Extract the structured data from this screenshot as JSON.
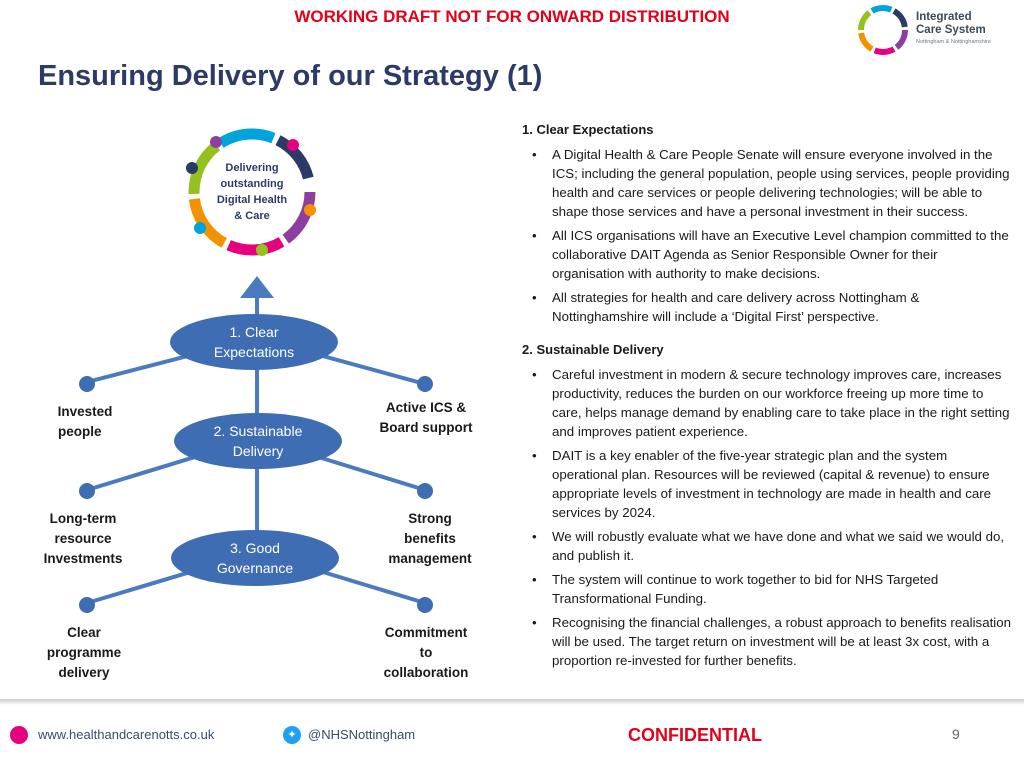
{
  "header": {
    "banner": "WORKING DRAFT NOT FOR ONWARD DISTRIBUTION",
    "title": "Ensuring Delivery of our Strategy (1)",
    "logo": {
      "line1": "Integrated",
      "line2": "Care System",
      "sub": "Nottingham & Nottinghamshire"
    }
  },
  "diagram": {
    "circle_text": [
      "Delivering",
      "outstanding",
      "Digital Health",
      "& Care"
    ],
    "ovals": {
      "clear": [
        "1. Clear",
        "Expectations"
      ],
      "sustainable": [
        "2. Sustainable",
        "Delivery"
      ],
      "governance": [
        "3. Good",
        "Governance"
      ]
    },
    "labels": {
      "invested": [
        "Invested",
        "people"
      ],
      "active": [
        "Active ICS &",
        "Board support"
      ],
      "longterm": [
        "Long-term",
        "resource",
        "Investments"
      ],
      "strong": [
        "Strong",
        "benefits",
        "management"
      ],
      "clearprog": [
        "Clear",
        "programme",
        "delivery"
      ],
      "commitment": [
        "Commitment",
        "to",
        "collaboration"
      ]
    },
    "colors": {
      "oval": "#3f6db3",
      "line": "#4a7bc0",
      "dot": "#3f6db3"
    }
  },
  "content": {
    "sections": [
      {
        "heading": "1. Clear Expectations",
        "bullets": [
          "A Digital Health & Care People Senate will ensure everyone involved in the ICS; including the general population, people using services, people providing health and care services or people delivering technologies; will be able to shape those services and have a personal investment in their success.",
          "All ICS organisations will have an Executive Level champion committed to the collaborative DAIT Agenda as Senior Responsible Owner for their organisation with authority to make  decisions.",
          "All strategies for health and care delivery across Nottingham & Nottinghamshire will include a ‘Digital First’ perspective."
        ]
      },
      {
        "heading": "2. Sustainable Delivery",
        "bullets": [
          "Careful investment in modern & secure technology improves care, increases productivity, reduces the burden on our workforce freeing up more time to care, helps manage demand by enabling care to take place in the right setting and improves patient experience.",
          "DAIT is a key enabler of the five-year strategic plan and the system operational plan.  Resources will be reviewed (capital & revenue) to ensure appropriate levels of investment in technology are made in health and care services by 2024.",
          "We will robustly evaluate what we have done and what we said we would do, and publish it.",
          "The system will continue to work together to bid for NHS Targeted Transformational Funding.",
          "Recognising the financial challenges, a robust approach to benefits realisation will be used.  The target return on investment will be at least 3x cost, with a proportion re-invested for further benefits."
        ]
      }
    ]
  },
  "footer": {
    "website": "www.healthandcarenotts.co.uk",
    "twitter": "@NHSNottingham",
    "confidential": "CONFIDENTIAL",
    "page_number": "9"
  }
}
